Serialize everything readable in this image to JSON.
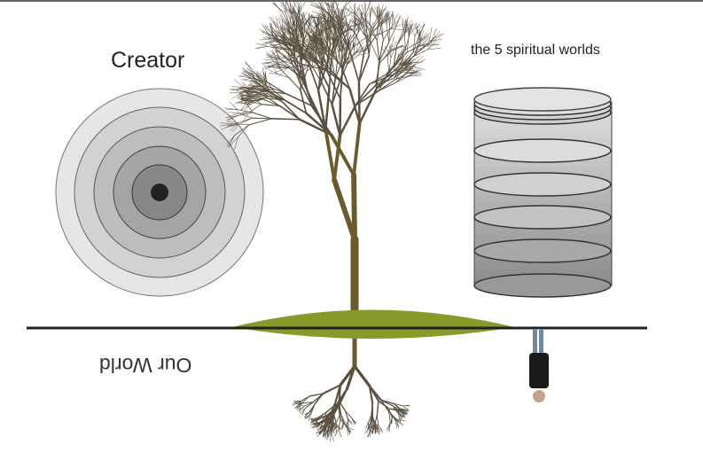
{
  "labels": {
    "creator": "Creator",
    "spiritual_worlds": "the 5 spiritual worlds",
    "our_world": "Our World"
  },
  "colors": {
    "grass": "#8a9a2a",
    "trunk": "#6b5a2a",
    "horizon": "#222222"
  },
  "cylinder_layers": 5,
  "creator_rings": 6
}
